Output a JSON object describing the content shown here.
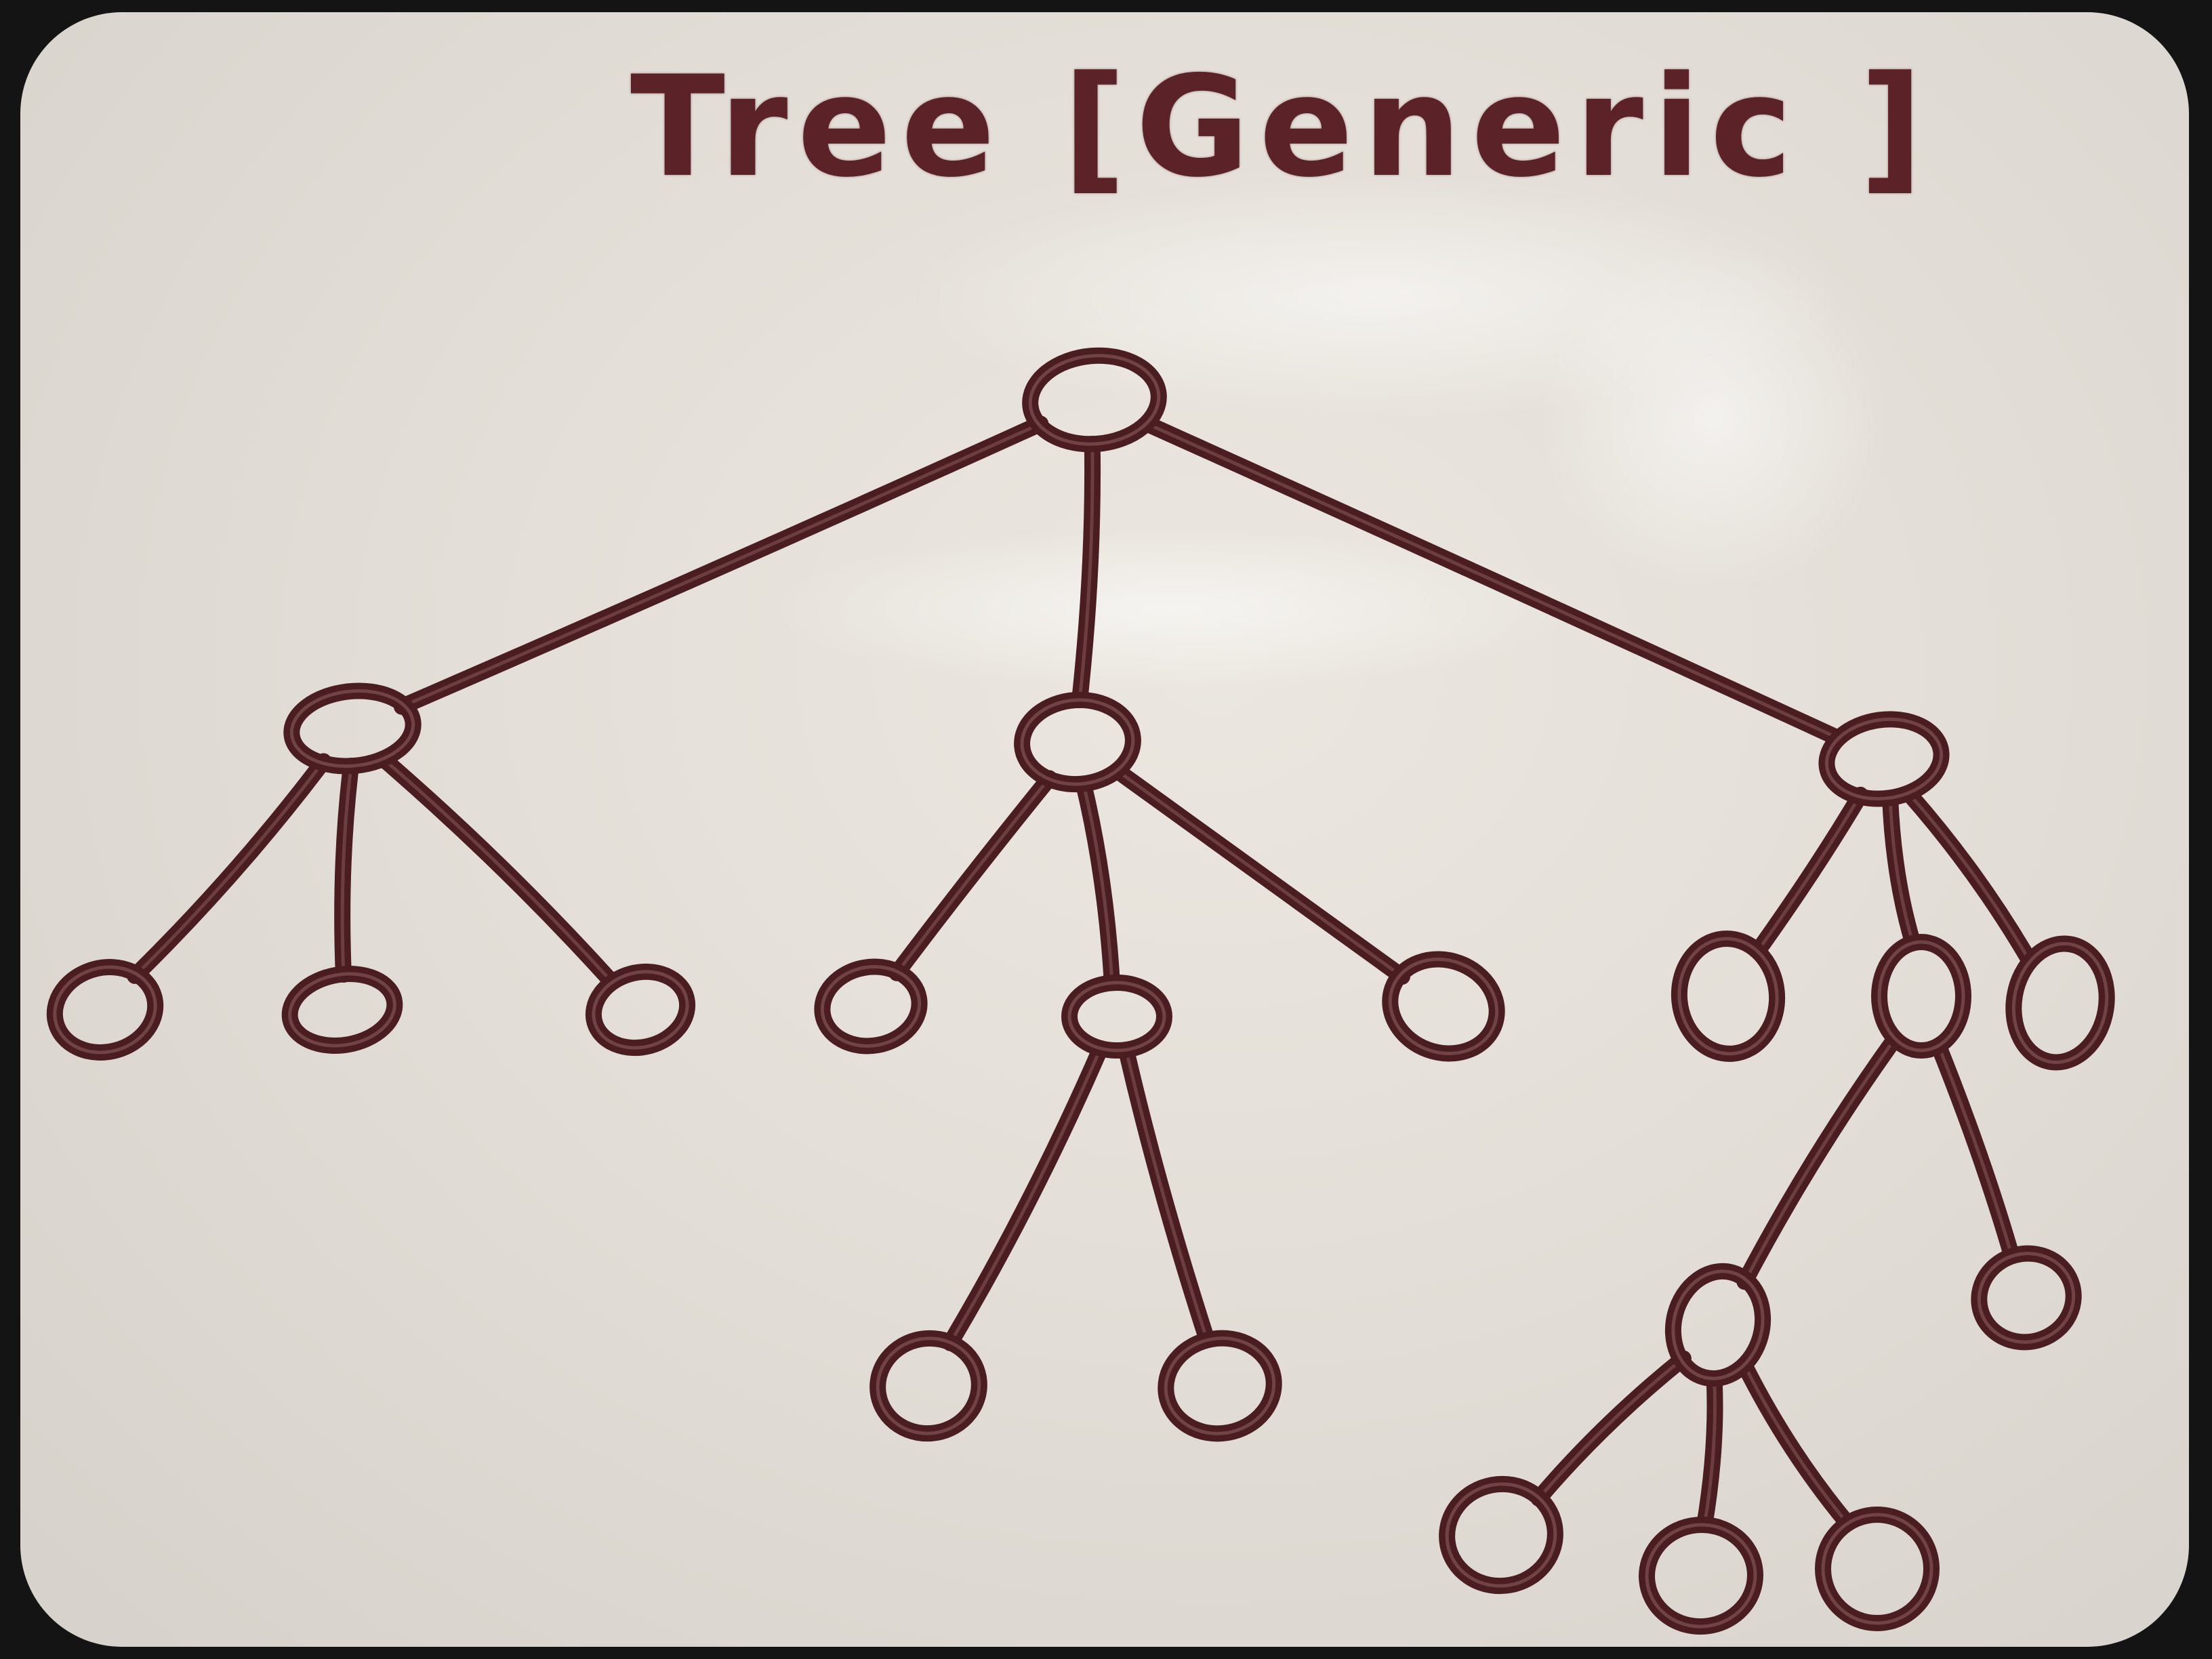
{
  "title": "Tree [Generic ]",
  "colors": {
    "board": "#e4dfd8",
    "marker": "#4a1d21",
    "frame": "#141414"
  },
  "diagram": {
    "nodes": [
      {
        "id": "root"
      },
      {
        "id": "left-child"
      },
      {
        "id": "middle-child"
      },
      {
        "id": "right-child"
      },
      {
        "id": "left-leaf-1"
      },
      {
        "id": "left-leaf-2"
      },
      {
        "id": "left-leaf-3"
      },
      {
        "id": "middle-leaf-1"
      },
      {
        "id": "middle-inner"
      },
      {
        "id": "middle-leaf-2"
      },
      {
        "id": "middle-inner-leaf-1"
      },
      {
        "id": "middle-inner-leaf-2"
      },
      {
        "id": "right-leaf-1"
      },
      {
        "id": "right-inner"
      },
      {
        "id": "right-leaf-2"
      },
      {
        "id": "right-inner-inner"
      },
      {
        "id": "right-inner-leaf"
      },
      {
        "id": "deep-leaf-1"
      },
      {
        "id": "deep-leaf-2"
      },
      {
        "id": "deep-leaf-3"
      }
    ],
    "edges": [
      {
        "from": "root",
        "to": "left-child"
      },
      {
        "from": "root",
        "to": "middle-child"
      },
      {
        "from": "root",
        "to": "right-child"
      },
      {
        "from": "left-child",
        "to": "left-leaf-1"
      },
      {
        "from": "left-child",
        "to": "left-leaf-2"
      },
      {
        "from": "left-child",
        "to": "left-leaf-3"
      },
      {
        "from": "middle-child",
        "to": "middle-leaf-1"
      },
      {
        "from": "middle-child",
        "to": "middle-inner"
      },
      {
        "from": "middle-child",
        "to": "middle-leaf-2"
      },
      {
        "from": "middle-inner",
        "to": "middle-inner-leaf-1"
      },
      {
        "from": "middle-inner",
        "to": "middle-inner-leaf-2"
      },
      {
        "from": "right-child",
        "to": "right-leaf-1"
      },
      {
        "from": "right-child",
        "to": "right-inner"
      },
      {
        "from": "right-child",
        "to": "right-leaf-2"
      },
      {
        "from": "right-inner",
        "to": "right-inner-inner"
      },
      {
        "from": "right-inner",
        "to": "right-inner-leaf"
      },
      {
        "from": "right-inner-inner",
        "to": "deep-leaf-1"
      },
      {
        "from": "right-inner-inner",
        "to": "deep-leaf-2"
      },
      {
        "from": "right-inner-inner",
        "to": "deep-leaf-3"
      }
    ]
  }
}
